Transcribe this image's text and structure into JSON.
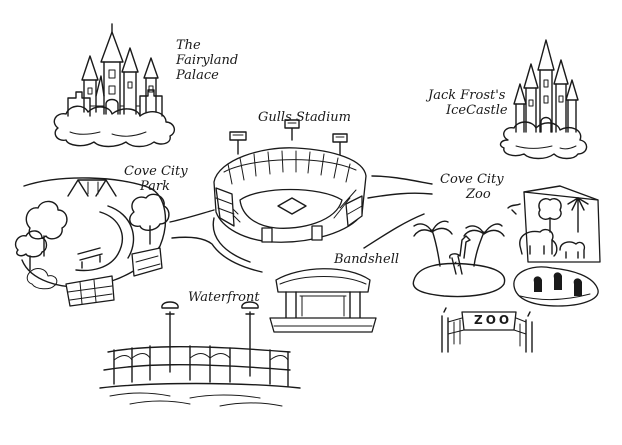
{
  "map": {
    "background": "#ffffff",
    "ink_color": "#1a1a1a",
    "locations": [
      {
        "id": "fairyland-palace",
        "lines": [
          "The",
          "Fairyland",
          "Palace"
        ]
      },
      {
        "id": "gulls-stadium",
        "lines": [
          "Gulls Stadium"
        ]
      },
      {
        "id": "jack-frost-ice-castle",
        "lines": [
          "Jack Frost's",
          "IceCastle"
        ]
      },
      {
        "id": "cove-city-park",
        "lines": [
          "Cove City",
          "Park"
        ]
      },
      {
        "id": "cove-city-zoo",
        "lines": [
          "Cove City",
          "Zoo"
        ]
      },
      {
        "id": "bandshell",
        "lines": [
          "Bandshell"
        ]
      },
      {
        "id": "waterfront",
        "lines": [
          "Waterfront"
        ]
      }
    ],
    "zoo_gate_sign": "ZOO"
  }
}
